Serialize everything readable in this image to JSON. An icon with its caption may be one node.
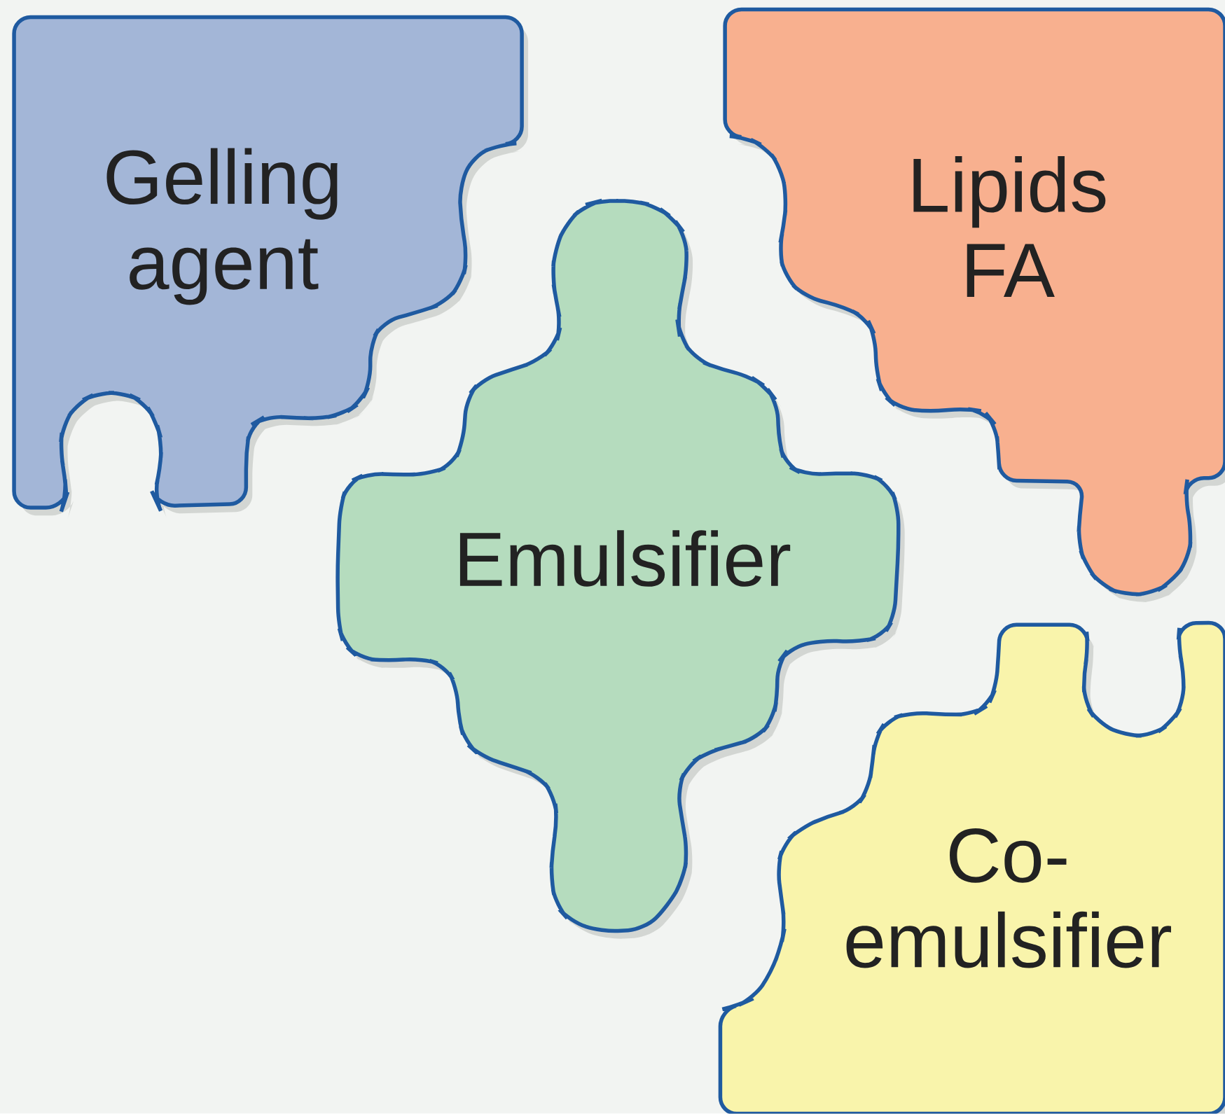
{
  "diagram": {
    "nodes": [
      {
        "text": [
          "Gelling agent"
        ]
      },
      {
        "text": [
          "Lipids FA"
        ]
      },
      {
        "text": [
          "Emulsifier"
        ]
      },
      {
        "text": [
          "Co-emulsifier"
        ]
      }
    ]
  }
}
